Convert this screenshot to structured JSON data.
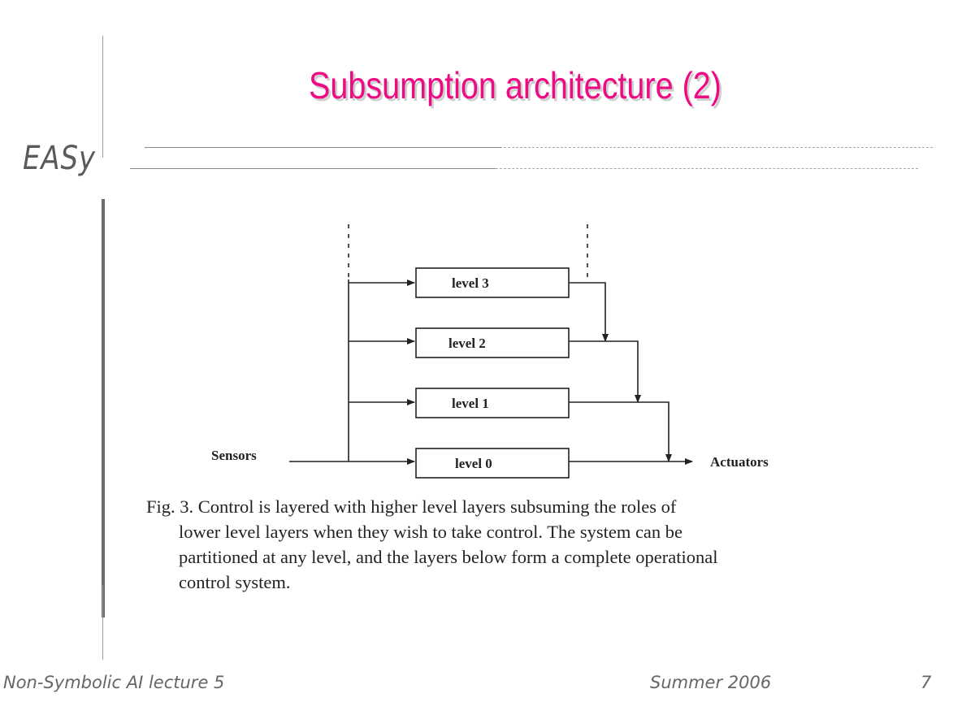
{
  "header": {
    "logo": "EASy",
    "title": "Subsumption architecture (2)"
  },
  "diagram": {
    "levels": [
      "level 3",
      "level 2",
      "level 1",
      "level 0"
    ],
    "input_label": "Sensors",
    "output_label": "Actuators"
  },
  "caption": {
    "line1": "Fig. 3.   Control is layered with higher level layers subsuming the roles of",
    "line2": "lower level layers when they wish to take control. The system can be",
    "line3": "partitioned at any level, and the layers below form a complete operational",
    "line4": "control system."
  },
  "footer": {
    "left": "Non-Symbolic AI lecture 5",
    "middle": "Summer 2006",
    "page": "7"
  },
  "colors": {
    "title": "#ee0a83",
    "logo": "#5a5a5a"
  }
}
